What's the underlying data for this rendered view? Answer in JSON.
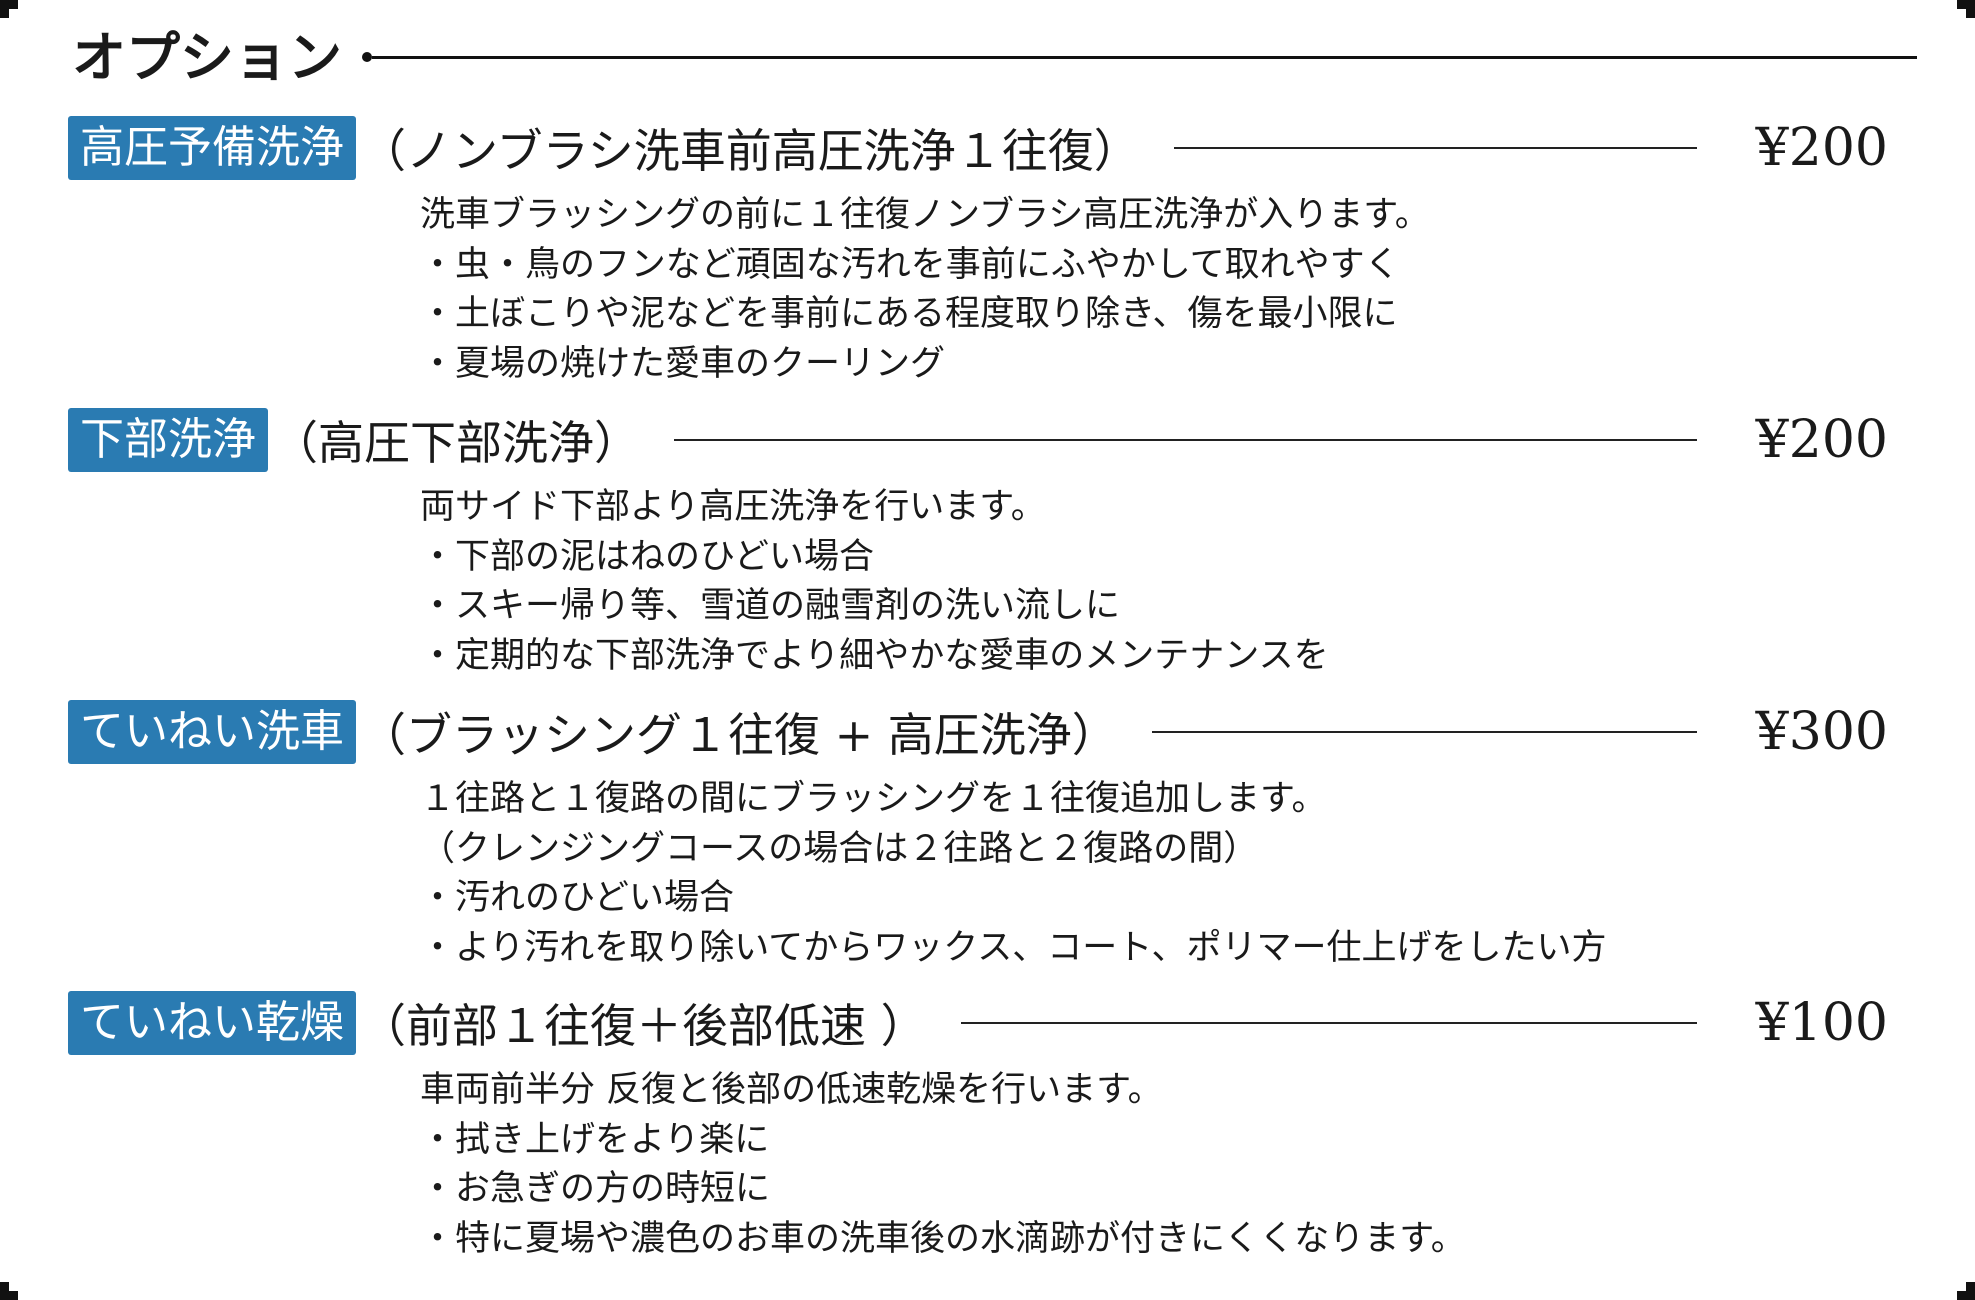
{
  "section": {
    "title": "オプション"
  },
  "options": [
    {
      "name": "高圧予備洗浄",
      "subtitle": "（ノンブラシ洗車前高圧洗浄１往復）",
      "price": "¥200",
      "lines": [
        "洗車ブラッシングの前に１往復ノンブラシ高圧洗浄が入ります。",
        "・虫・鳥のフンなど頑固な汚れを事前にふやかして取れやすく",
        "・土ぼこりや泥などを事前にある程度取り除き、傷を最小限に",
        "・夏場の焼けた愛車のクーリング"
      ]
    },
    {
      "name": "下部洗浄",
      "subtitle": "（高圧下部洗浄）",
      "price": "¥200",
      "lines": [
        "両サイド下部より高圧洗浄を行います。",
        "・下部の泥はねのひどい場合",
        "・スキー帰り等、雪道の融雪剤の洗い流しに",
        "・定期的な下部洗浄でより細やかな愛車のメンテナンスを"
      ]
    },
    {
      "name": "ていねい洗車",
      "subtitle": "（ブラッシング１往復 + 高圧洗浄）",
      "price": "¥300",
      "lines": [
        "１往路と１復路の間にブラッシングを１往復追加します。",
        "（クレンジングコースの場合は２往路と２復路の間）",
        "・汚れのひどい場合",
        "・より汚れを取り除いてからワックス、コート、ポリマー仕上げをしたい方"
      ]
    },
    {
      "name": "ていねい乾燥",
      "subtitle": "（前部１往復＋後部低速 ）",
      "price": "¥100",
      "lines": [
        "車両前半分 反復と後部の低速乾燥を行います。",
        "・拭き上げをより楽に",
        "・お急ぎの方の時短に",
        "・特に夏場や濃色のお車の洗車後の水滴跡が付きにくくなります。"
      ]
    }
  ]
}
